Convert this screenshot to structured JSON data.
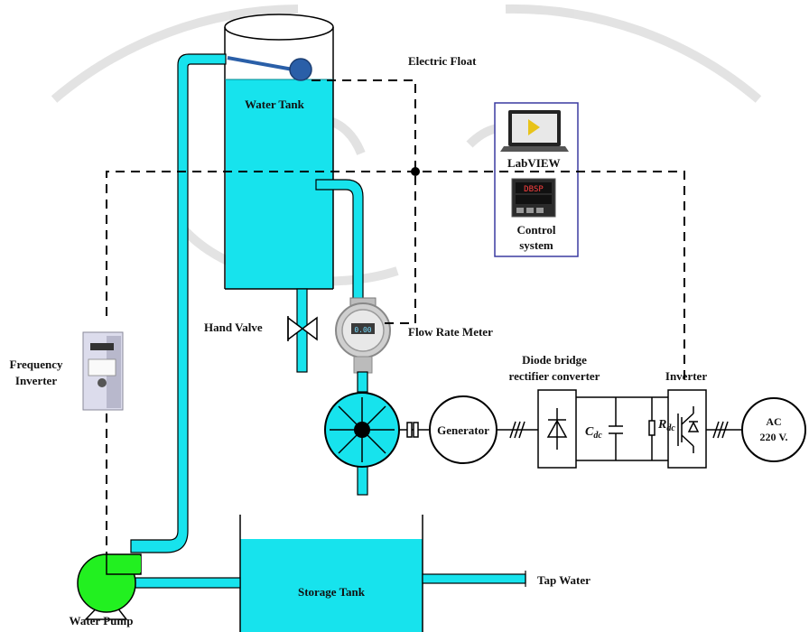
{
  "labels": {
    "electric_float": "Electric Float",
    "water_tank": "Water Tank",
    "labview": "LabVIEW",
    "control_system_line1": "Control",
    "control_system_line2": "system",
    "hand_valve": "Hand Valve",
    "flow_rate_meter": "Flow Rate Meter",
    "frequency_inverter_line1": "Frequency",
    "frequency_inverter_line2": "Inverter",
    "diode_bridge_line1": "Diode bridge",
    "diode_bridge_line2": "rectifier converter",
    "inverter": "Inverter",
    "generator": "Generator",
    "cdc_main": "C",
    "cdc_sub": "dc",
    "rdc_main": "R",
    "rdc_sub": "dc",
    "ac_line1": "AC",
    "ac_line2": "220 V.",
    "storage_tank": "Storage Tank",
    "tap_water": "Tap Water",
    "water_pump": "Water Pump",
    "display_value": "0.00"
  },
  "colors": {
    "water": "#17e3ed",
    "pump": "#22f020",
    "float": "#2a5fa8",
    "control_box_border": "#3a3aa0",
    "watermark": "#d9d9d9"
  }
}
